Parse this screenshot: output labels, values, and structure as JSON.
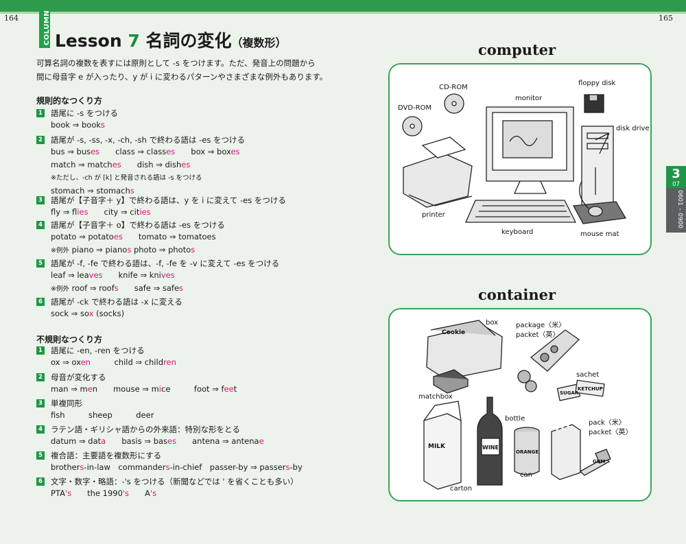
{
  "page_left": "164",
  "page_right": "165",
  "column_label": "COLUMN",
  "title": {
    "lesson": "Lesson",
    "num": "7",
    "main": "名詞の変化",
    "sub": "（複数形）"
  },
  "intro": [
    "可算名詞の複数を表すには原則として -s をつけます。ただ、発音上の問題から",
    "間に母音字 e が入ったり、y が i に変わるパターンやさまざまな例外もあります。"
  ],
  "regular_heading": "規則的なつくり方",
  "irregular_heading": "不規則なつくり方",
  "regular": [
    {
      "n": "1",
      "title": "語尾に -s をつける",
      "lines": [
        [
          [
            "book ⇒ book",
            ""
          ],
          [
            "s",
            "p"
          ]
        ]
      ]
    },
    {
      "n": "2",
      "title": "語尾が -s, -ss, -x, -ch, -sh で終わる語は -es をつける",
      "lines": [
        [
          [
            "bus ⇒ bus",
            ""
          ],
          [
            "es",
            "p"
          ],
          [
            "　　class ⇒ class",
            ""
          ],
          [
            "es",
            "p"
          ],
          [
            "　　box ⇒ box",
            ""
          ],
          [
            "es",
            "p"
          ]
        ],
        [
          [
            "match ⇒ match",
            ""
          ],
          [
            "es",
            "p"
          ],
          [
            "　　dish ⇒ dish",
            ""
          ],
          [
            "es",
            "p"
          ]
        ],
        [
          [
            "※ただし、-ch が [k] と発音される語は -s をつける",
            "n"
          ]
        ],
        [
          [
            "stomach ⇒ stomach",
            ""
          ],
          [
            "s",
            "p"
          ]
        ]
      ]
    },
    {
      "n": "3",
      "title": "語尾が【子音字＋ y】で終わる語は、y を i に変えて -es をつける",
      "lines": [
        [
          [
            "fly ⇒ fl",
            ""
          ],
          [
            "ies",
            "p"
          ],
          [
            "　　city ⇒ cit",
            ""
          ],
          [
            "ies",
            "p"
          ]
        ]
      ]
    },
    {
      "n": "4",
      "title": "語尾が【子音字＋ o】で終わる語は -es をつける",
      "lines": [
        [
          [
            "potato ⇒ potato",
            ""
          ],
          [
            "es",
            "p"
          ],
          [
            "　　tomato ⇒ tomatoes",
            ""
          ]
        ],
        [
          [
            "※例外",
            "n"
          ],
          [
            " piano ⇒ piano",
            ""
          ],
          [
            "s",
            "p"
          ],
          [
            "  photo ⇒ photo",
            ""
          ],
          [
            "s",
            "p"
          ]
        ]
      ]
    },
    {
      "n": "5",
      "title": "語尾が -f, -fe で終わる語は、-f, -fe を -v に変えて -es をつける",
      "lines": [
        [
          [
            "leaf ⇒ lea",
            ""
          ],
          [
            "ves",
            "p"
          ],
          [
            "　　knife ⇒ kni",
            ""
          ],
          [
            "ves",
            "p"
          ]
        ],
        [
          [
            "※例外",
            "n"
          ],
          [
            " roof ⇒ roof",
            ""
          ],
          [
            "s",
            "p"
          ],
          [
            "　　safe ⇒ safe",
            ""
          ],
          [
            "s",
            "p"
          ]
        ]
      ]
    },
    {
      "n": "6",
      "title": "語尾が -ck で終わる語は -x に変える",
      "lines": [
        [
          [
            "sock ⇒ so",
            ""
          ],
          [
            "x",
            "p"
          ],
          [
            " (socks)",
            ""
          ]
        ]
      ]
    }
  ],
  "irregular": [
    {
      "n": "1",
      "title": "語尾に -en, -ren をつける",
      "lines": [
        [
          [
            "ox ⇒ ox",
            ""
          ],
          [
            "en",
            "p"
          ],
          [
            "　　　child ⇒ child",
            ""
          ],
          [
            "ren",
            "p"
          ]
        ]
      ]
    },
    {
      "n": "2",
      "title": "母音が変化する",
      "lines": [
        [
          [
            "man ⇒ m",
            ""
          ],
          [
            "e",
            "p"
          ],
          [
            "n　　mouse ⇒ m",
            ""
          ],
          [
            "i",
            "p"
          ],
          [
            "ce　　　foot ⇒ f",
            ""
          ],
          [
            "ee",
            "p"
          ],
          [
            "t",
            ""
          ]
        ]
      ]
    },
    {
      "n": "3",
      "title": "単複同形",
      "lines": [
        [
          [
            "fish　　　sheep　　　deer",
            ""
          ]
        ]
      ]
    },
    {
      "n": "4",
      "title": "ラテン語・ギリシャ語からの外来語：特別な形をとる",
      "lines": [
        [
          [
            "datum ⇒ dat",
            ""
          ],
          [
            "a",
            "p"
          ],
          [
            "　　basis ⇒ bas",
            ""
          ],
          [
            "es",
            "p"
          ],
          [
            "　　antena ⇒ antena",
            ""
          ],
          [
            "e",
            "p"
          ]
        ]
      ]
    },
    {
      "n": "5",
      "title": "複合語：主要語を複数形にする",
      "lines": [
        [
          [
            "brother",
            ""
          ],
          [
            "s",
            "p"
          ],
          [
            "-in-law　commander",
            ""
          ],
          [
            "s",
            "p"
          ],
          [
            "-in-chief　passer-by ⇒ passer",
            ""
          ],
          [
            "s",
            "p"
          ],
          [
            "-by",
            ""
          ]
        ]
      ]
    },
    {
      "n": "6",
      "title": "文字・数字・略語：-'s をつける（新聞などでは ' を省くことも多い）",
      "lines": [
        [
          [
            "PTA",
            ""
          ],
          [
            "'s",
            "p"
          ],
          [
            "　　the 1990",
            ""
          ],
          [
            "'s",
            "p"
          ],
          [
            "　　A",
            ""
          ],
          [
            "'s",
            "p"
          ]
        ]
      ]
    }
  ],
  "side_tab": {
    "num": "3",
    "sub": "07",
    "range": "0601 – 0900"
  },
  "computer": {
    "heading": "computer",
    "labels": {
      "cdrom": "CD-ROM",
      "dvdrom": "DVD-ROM",
      "monitor": "monitor",
      "floppy": "floppy disk",
      "diskdrive": "disk drive",
      "printer": "printer",
      "keyboard": "keyboard",
      "mousemat": "mouse mat"
    }
  },
  "container": {
    "heading": "container",
    "labels": {
      "box": "box",
      "package": "package〈米〉",
      "packet1": "packet〈英〉",
      "sachet": "sachet",
      "matchbox": "matchbox",
      "bottle": "bottle",
      "pack": "pack〈米〉",
      "packet2": "packet〈英〉",
      "can": "can",
      "carton": "carton"
    },
    "drawn_text": [
      "Cookie",
      "MILK",
      "WINE",
      "ORANGE",
      "SUGAR",
      "KETCHUP",
      "GUM"
    ]
  }
}
